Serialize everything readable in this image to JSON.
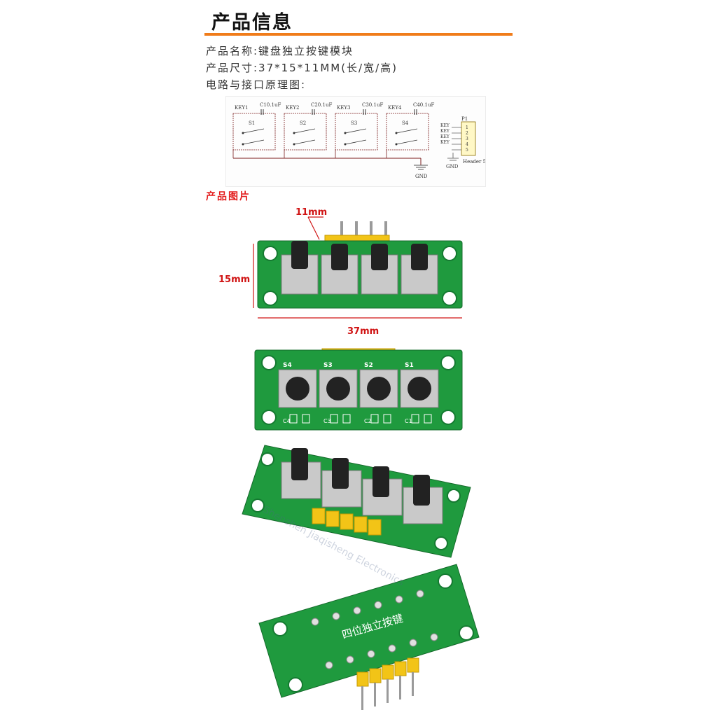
{
  "header": {
    "title": "产品信息",
    "accent_color": "#f07c1a"
  },
  "info": {
    "name_line": "产品名称:键盘独立按键模块",
    "size_line": "产品尺寸:37*15*11MM(长/宽/高)",
    "schematic_line": "电路与接口原理图:"
  },
  "schematic": {
    "keys": [
      {
        "net": "KEY1",
        "cap": "C10.1uF",
        "switch": "S1"
      },
      {
        "net": "KEY2",
        "cap": "C20.1uF",
        "switch": "S2"
      },
      {
        "net": "KEY3",
        "cap": "C30.1uF",
        "switch": "S3"
      },
      {
        "net": "KEY4",
        "cap": "C40.1uF",
        "switch": "S4"
      }
    ],
    "gnd_label": "GND",
    "header": {
      "ref": "P1",
      "name": "Header 5",
      "pins": [
        "1",
        "2",
        "3",
        "4",
        "5"
      ],
      "pin_nets": [
        "KEY",
        "KEY",
        "KEY",
        "KEY"
      ],
      "gnd_label": "GND"
    }
  },
  "photos": {
    "section_label": "产品图片",
    "dim_height": "11mm",
    "dim_width": "15mm",
    "dim_length": "37mm",
    "board_back_text": "四位独立按键",
    "silk_labels_top": [
      "C4",
      "C3",
      "C2",
      "C1"
    ],
    "silk_switch_labels": [
      "S4",
      "S3",
      "S2",
      "S1"
    ],
    "watermark": "Shenzhen Jiaqisheng Electronics",
    "pcb_color": "#1f9a3e",
    "header_color": "#f2c417"
  }
}
